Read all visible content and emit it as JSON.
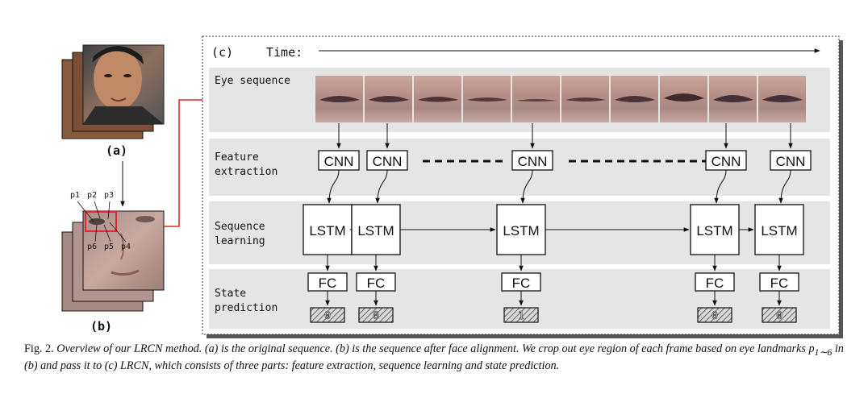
{
  "figure": {
    "panel_a": {
      "label": "(a)"
    },
    "panel_b": {
      "label": "(b)",
      "landmarks": [
        "p1",
        "p2",
        "p3",
        "p6",
        "p5",
        "p4"
      ]
    },
    "panel_c": {
      "label": "(c)",
      "time_label": "Time:",
      "rows": [
        "Eye sequence",
        "Feature",
        "extraction",
        "Sequence",
        "learning",
        "State",
        "prediction"
      ],
      "cnn_label": "CNN",
      "lstm_label": "LSTM",
      "fc_label": "FC",
      "columns": [
        {
          "prediction": "0"
        },
        {
          "prediction": "0"
        },
        {
          "prediction": "1"
        },
        {
          "prediction": "0"
        },
        {
          "prediction": "0"
        }
      ],
      "colors": {
        "highlight": "#e8262b",
        "row_bg": "#e5e5e5"
      }
    }
  },
  "caption": {
    "lead": "Fig. 2.",
    "text_1": "Overview of our LRCN method. (a) is the original sequence. (b) is the sequence after face alignment. We crop out eye region of each frame based on eye landmarks ",
    "math": "p",
    "math_sub": "1∼6",
    "text_2": " in (b) and pass it to (c) LRCN, which consists of three parts: feature extraction, sequence learning and state prediction."
  }
}
